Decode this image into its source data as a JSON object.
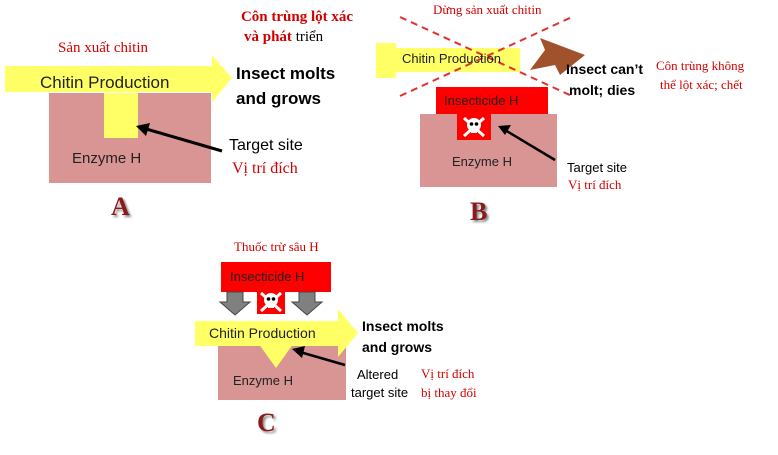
{
  "panel_a": {
    "title_vi": "Sản xuất chitin",
    "outcome_vi_line1": "Côn trùng lột xác",
    "outcome_vi_line2_red": "và phát",
    "outcome_vi_line2_black": "triển",
    "chitin_label": "Chitin Production",
    "outcome_en_line1": "Insect molts",
    "outcome_en_line2": "and grows",
    "target_en": "Target site",
    "target_vi": "Vị trí đích",
    "enzyme_label": "Enzyme H",
    "letter": "A"
  },
  "panel_b": {
    "title_vi": "Dừng sản xuất chitin",
    "chitin_label": "Chitin Production",
    "outcome_en_line1": "Insect can’t",
    "outcome_en_line2": "molt; dies",
    "outcome_vi_line1": "Côn trùng không",
    "outcome_vi_line2": "thể lột xác; chết",
    "insecticide_label": "Insecticide  H",
    "enzyme_label": "Enzyme H",
    "target_en": "Target site",
    "target_vi": "Vị trí đích",
    "letter": "B"
  },
  "panel_c": {
    "title_vi": "Thuốc trừ sâu H",
    "insecticide_label": "Insecticide  H",
    "chitin_label": "Chitin Production",
    "outcome_en_line1": "Insect molts",
    "outcome_en_line2": "and grows",
    "enzyme_label": "Enzyme H",
    "target_en_line1": "Altered",
    "target_en_line2": "target site",
    "target_vi_line1": "Vị trí đích",
    "target_vi_line2": "bị thay đổi",
    "letter": "C"
  },
  "colors": {
    "enzyme": "#d99594",
    "chitin_arrow": "#ffff66",
    "insecticide": "#ff0000",
    "label_red": "#d40000",
    "blocked_arrow": "#a0522d",
    "down_arrow": "#808080",
    "letter": "#8b1a1a"
  }
}
